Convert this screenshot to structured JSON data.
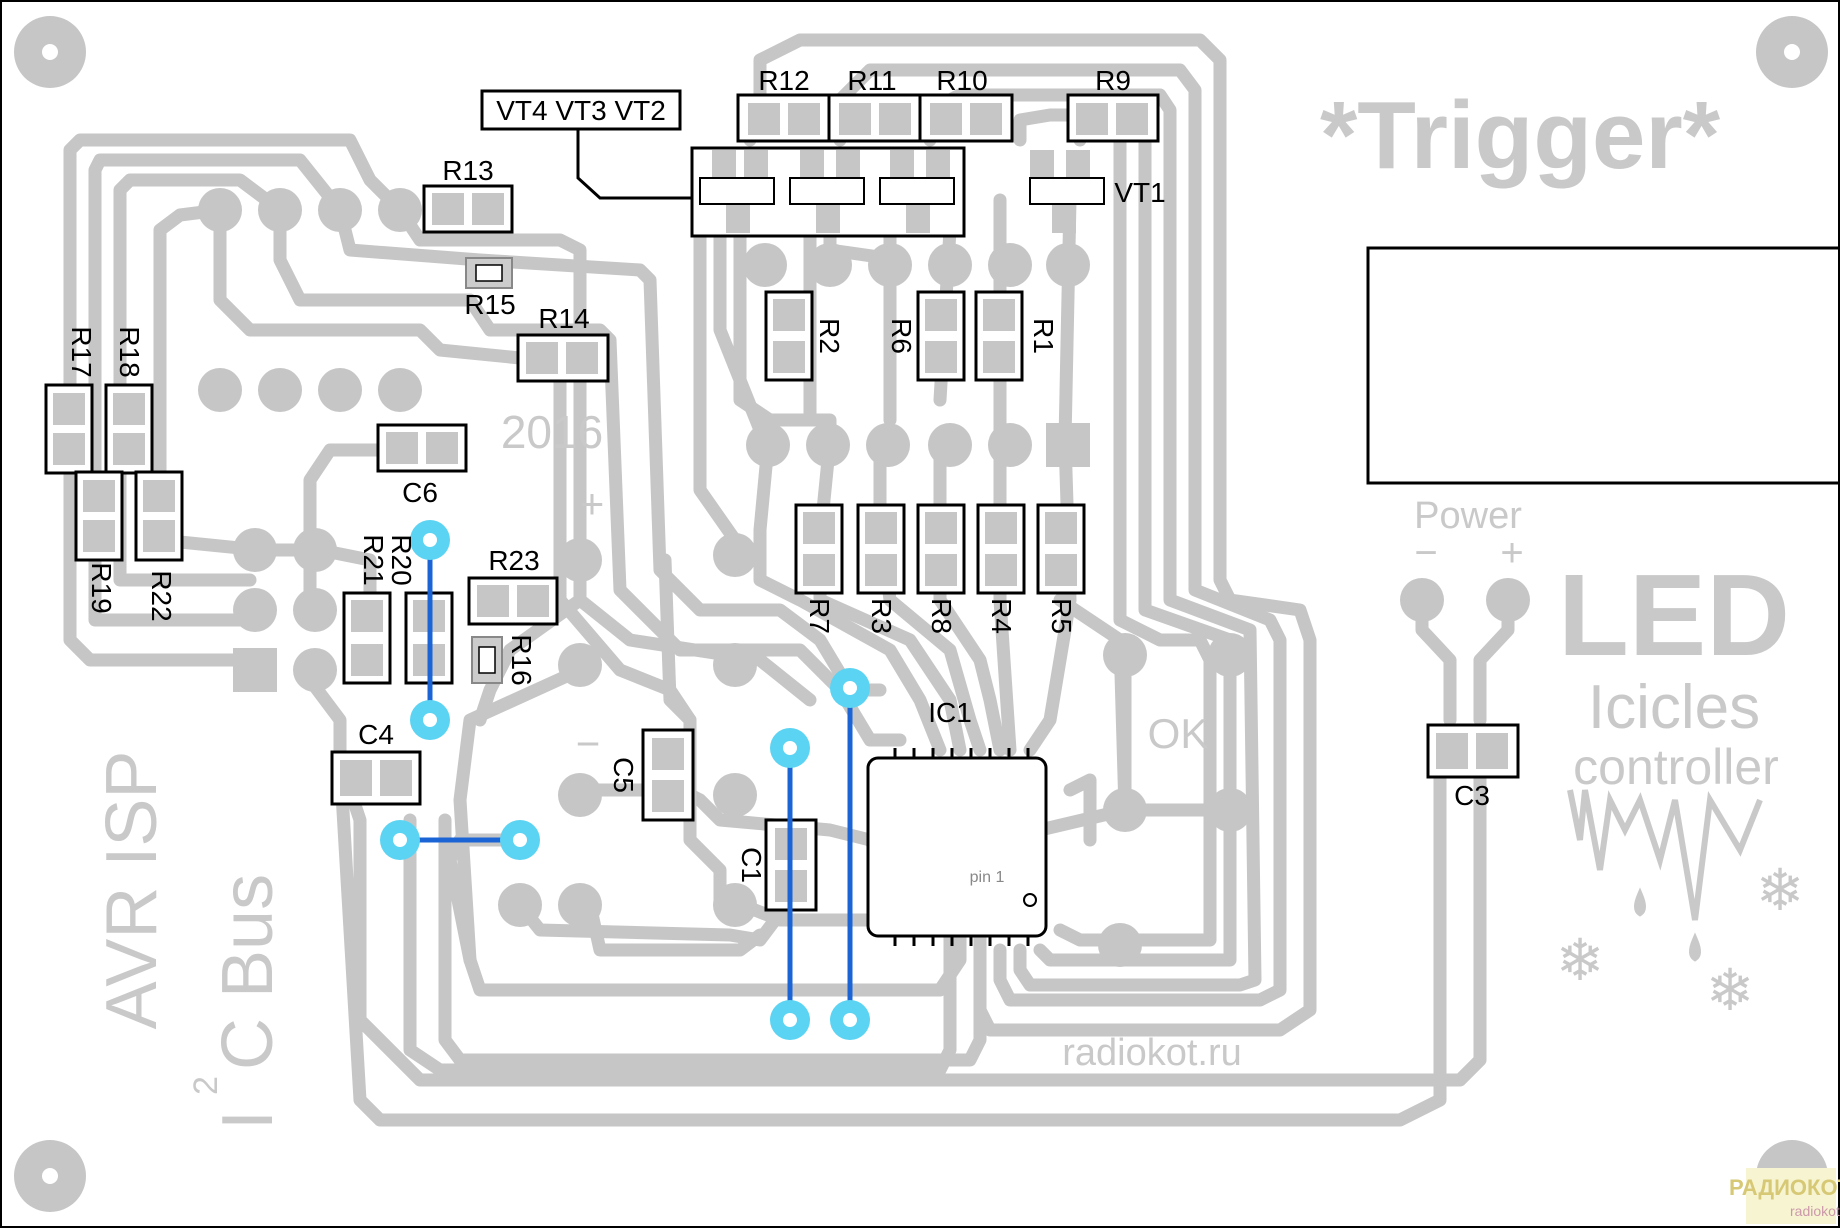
{
  "board": {
    "title": "*Trigger*",
    "year": "2016",
    "site": "radiokot.ru",
    "ok_label": "OK",
    "isp_label": "AVR ISP",
    "i2c_label_prefix": "I",
    "i2c_label_superscript": "2",
    "i2c_label_suffix": "C Bus",
    "product_line1": "LED",
    "product_line2": "Icicles",
    "product_line3": "controller",
    "power_label": "Power",
    "power_minus": "−",
    "power_plus": "+",
    "cap_plus": "+",
    "cap_minus": "−",
    "pin1_label": "pin 1",
    "transistor_group_label": "VT4 VT3 VT2",
    "watermark_logo": "РАДИОКОТ",
    "watermark_site": "radiokot.ru"
  },
  "components": {
    "r1": "R1",
    "r2": "R2",
    "r3": "R3",
    "r4": "R4",
    "r5": "R5",
    "r6": "R6",
    "r7": "R7",
    "r8": "R8",
    "r9": "R9",
    "r10": "R10",
    "r11": "R11",
    "r12": "R12",
    "r13": "R13",
    "r14": "R14",
    "r15": "R15",
    "r16": "R16",
    "r17": "R17",
    "r18": "R18",
    "r19": "R19",
    "r20": "R20",
    "r21": "R21",
    "r22": "R22",
    "r23": "R23",
    "c1": "C1",
    "c3": "C3",
    "c4": "C4",
    "c5": "C5",
    "c6": "C6",
    "ic1": "IC1",
    "vt1": "VT1"
  },
  "colors": {
    "trace": "#c6c6c6",
    "silk": "#c9c9c9",
    "outline": "#000000",
    "jumper_pad": "#5bd3f2",
    "jumper_wire": "#1a64d6",
    "background": "#ffffff"
  }
}
